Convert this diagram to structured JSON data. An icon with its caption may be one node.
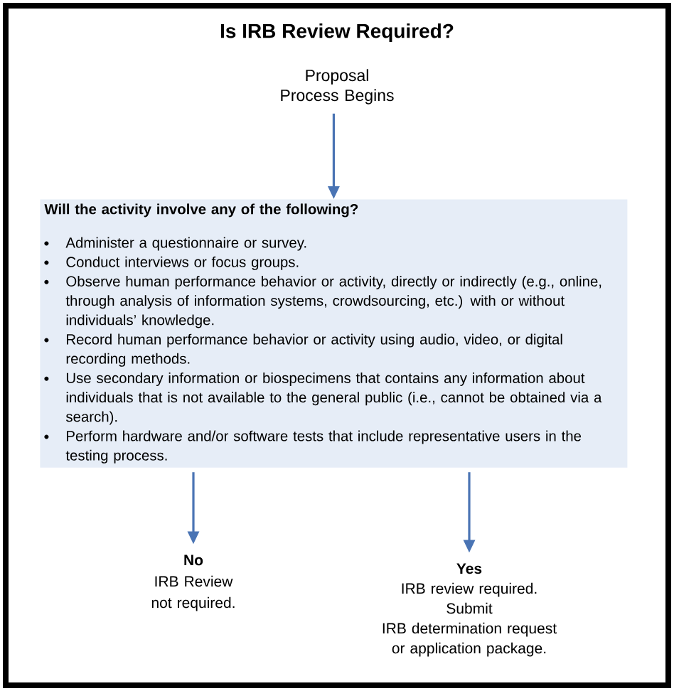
{
  "diagram": {
    "title": "Is IRB Review Required?",
    "nodes": [
      {
        "text": [
          "Proposal Process Begins"
        ]
      },
      {
        "text": [
          "Will the activity involve any of the following?",
          "Administer a questionnaire or survey.",
          "Conduct interviews or focus groups.",
          "Observe human performance behavior or activity, directly or indirectly (e.g., online, through analysis of information systems, crowdsourcing, etc.) with or without individuals’ knowledge.",
          "Record human performance behavior or activity using audio, video, or digital recording methods.",
          "Use secondary information or biospecimens that contains any information about individuals that is not available to the general public (i.e., cannot be obtained via a search).",
          "Perform hardware and/or software tests that include representative users in the testing process."
        ]
      },
      {
        "text": [
          "No",
          "IRB Review not required."
        ]
      },
      {
        "text": [
          "Yes",
          "IRB review required.",
          "Submit",
          "IRB determination request or application package."
        ]
      }
    ],
    "edges": [
      {
        "from": 0,
        "to": 1,
        "arrow": "to"
      },
      {
        "from": 1,
        "to": 2,
        "arrow": "to"
      },
      {
        "from": 1,
        "to": 3,
        "arrow": "to"
      }
    ]
  }
}
